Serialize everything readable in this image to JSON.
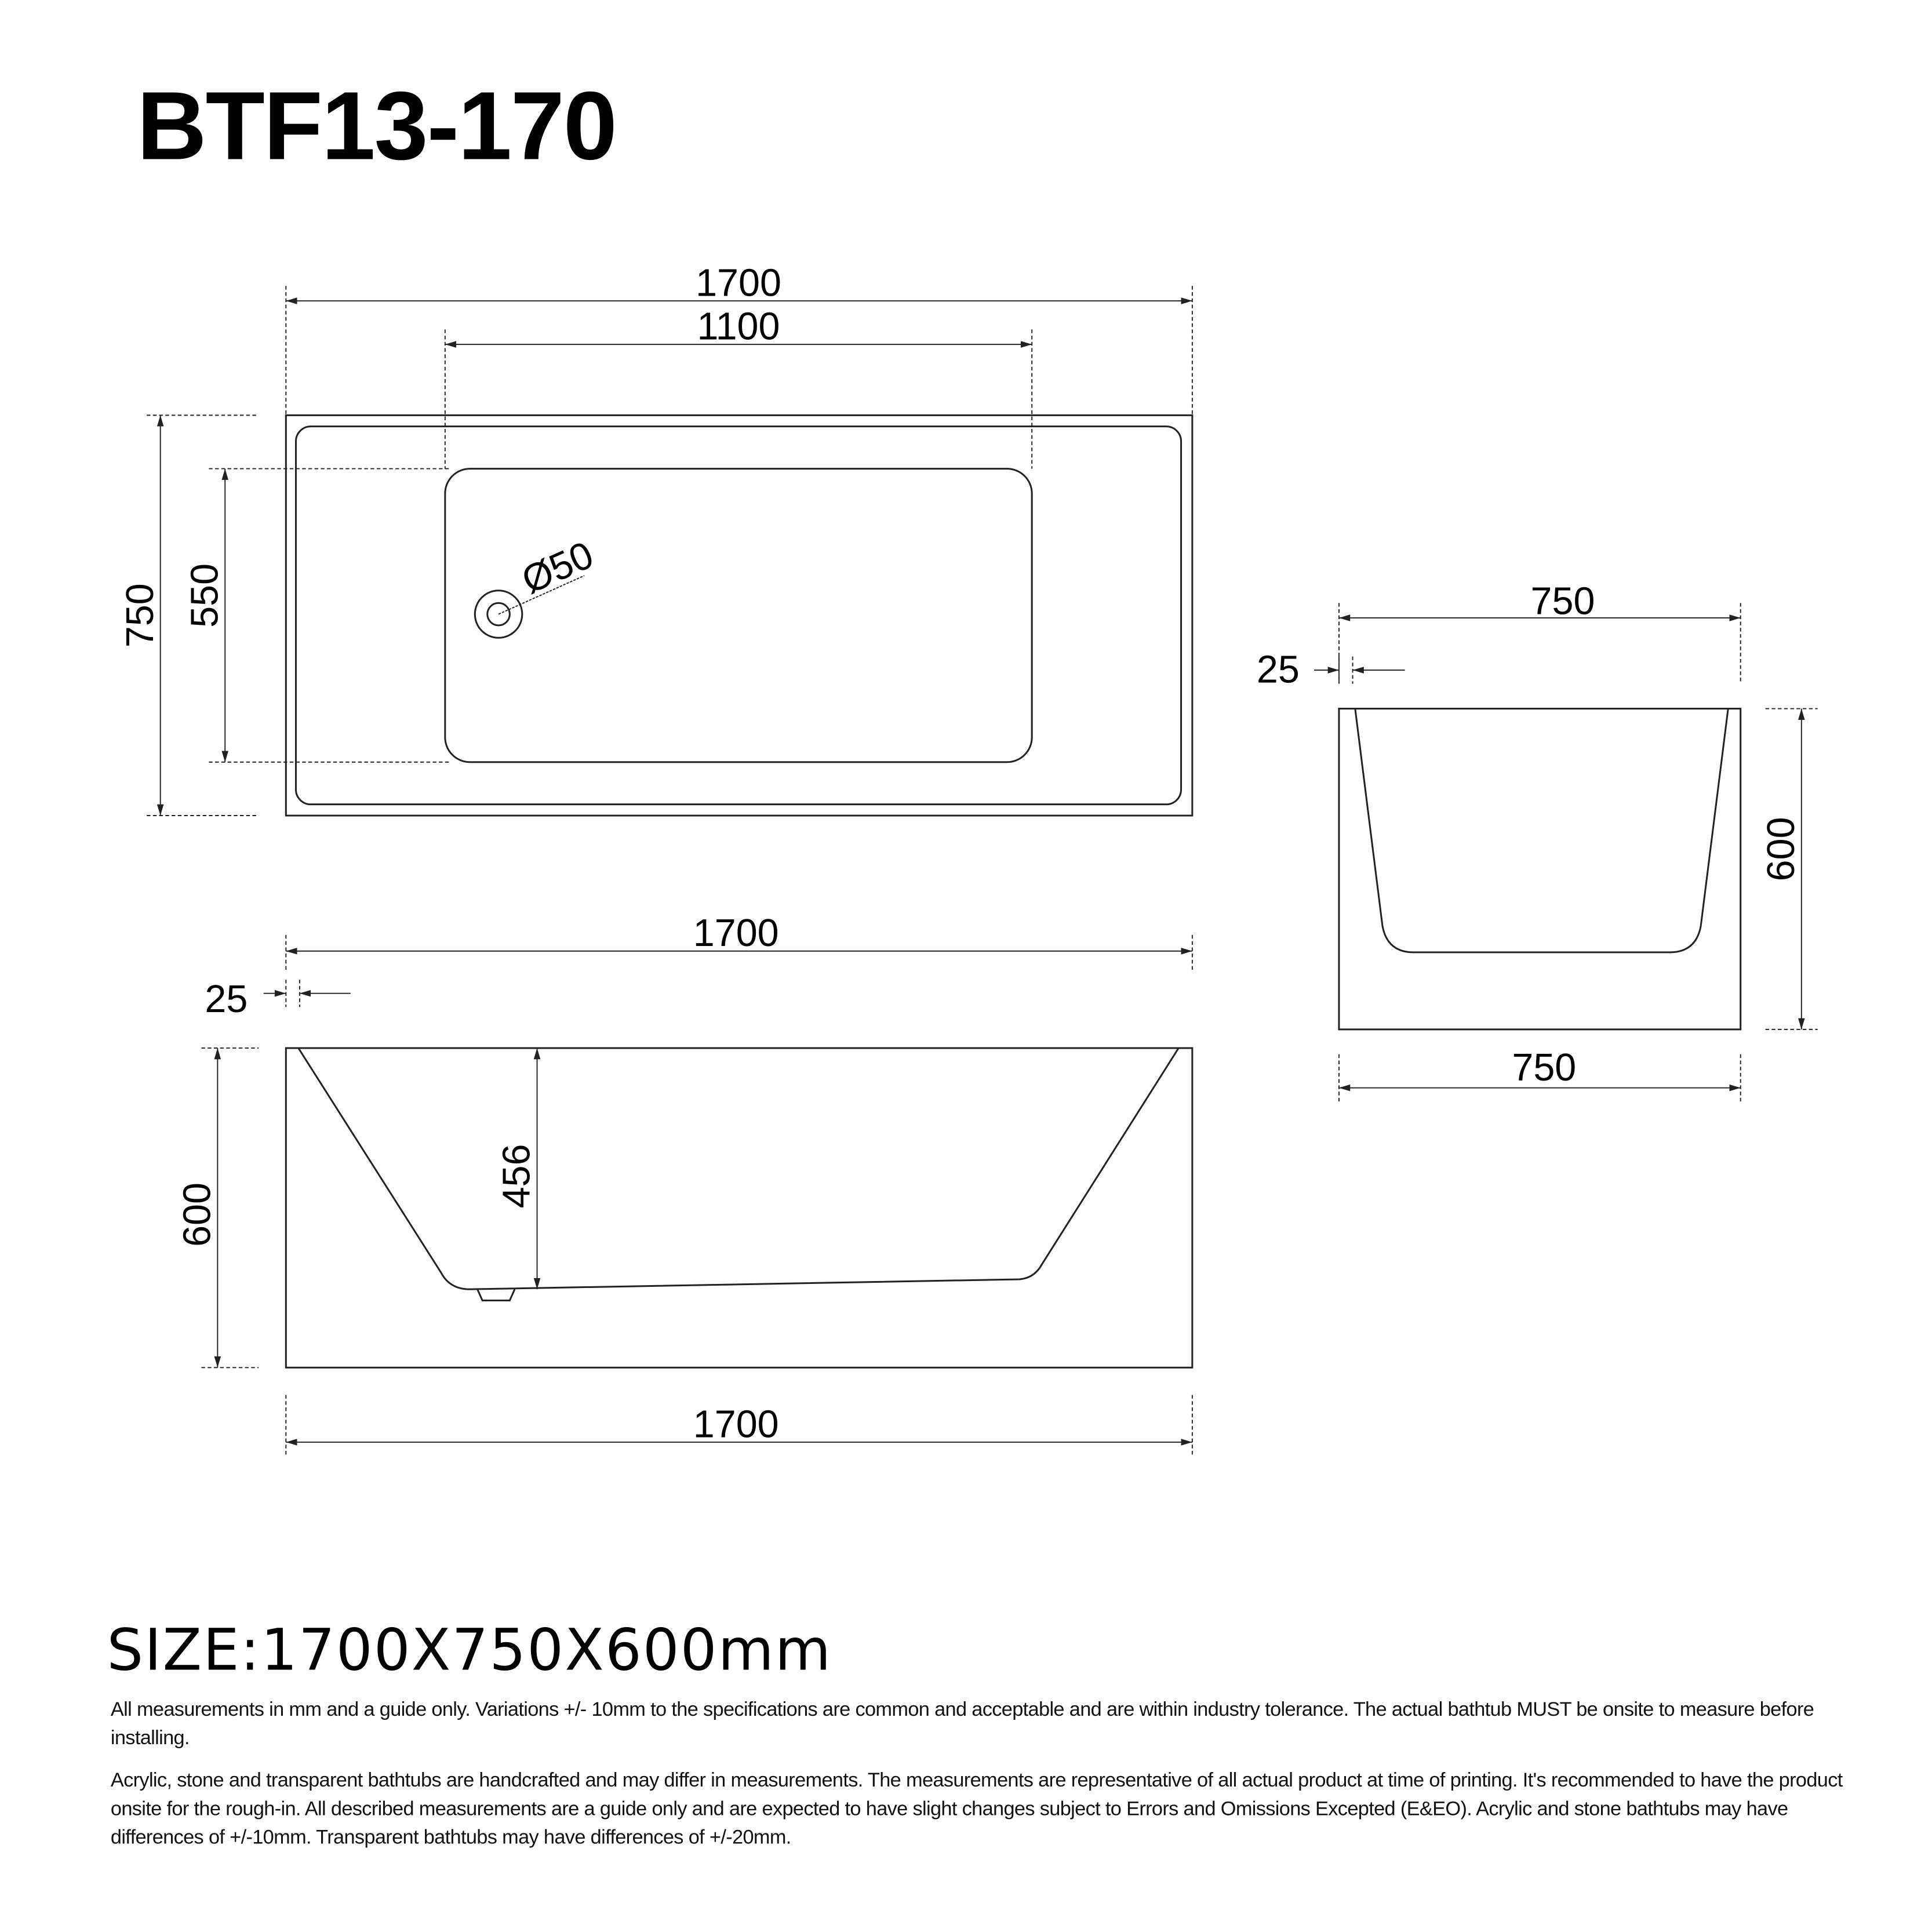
{
  "title": "BTF13-170",
  "size_label": "SIZE:1700X750X600mm",
  "notes": [
    "All measurements in mm and a guide only. Variations +/- 10mm to the specifications are common and acceptable and are within industry tolerance. The actual bathtub MUST be onsite to measure before installing.",
    "Acrylic, stone and transparent bathtubs are handcrafted and may differ in measurements. The measurements are representative of all actual product at time of printing. It's recommended to have the product onsite for the rough-in. All described measurements are a guide only and are expected to have slight changes subject to Errors and Omissions Excepted (E&EO). Acrylic and stone bathtubs may have differences of +/-10mm. Transparent bathtubs may have differences of +/-20mm."
  ],
  "top_view": {
    "length": "1700",
    "basin_length": "1100",
    "width": "750",
    "basin_width": "550",
    "drain": "Ø50"
  },
  "side_view": {
    "length_top": "1700",
    "rim": "25",
    "height": "600",
    "depth": "456",
    "length_bottom": "1700"
  },
  "end_view": {
    "width_top": "750",
    "rim": "25",
    "height": "600",
    "width_bottom": "750"
  }
}
